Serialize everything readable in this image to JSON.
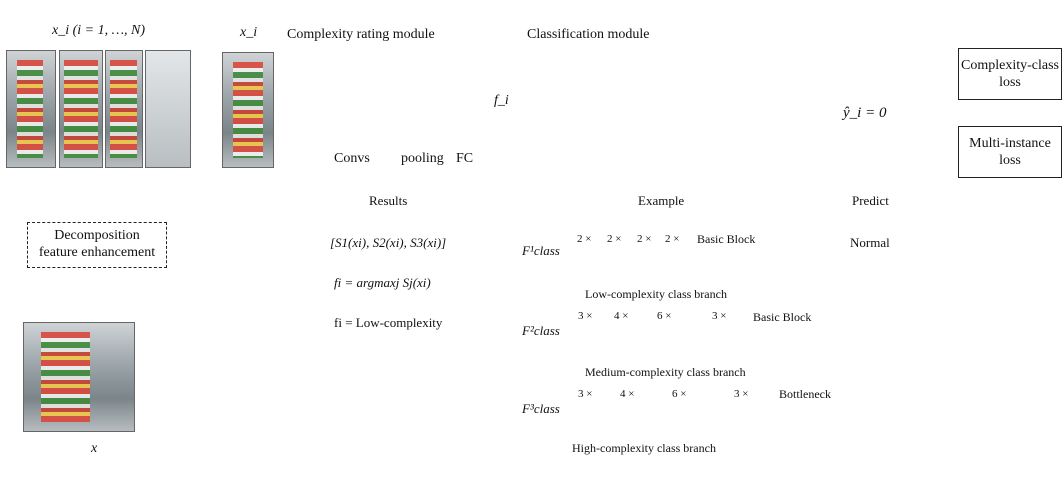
{
  "left_panel": {
    "top_label": "x_i (i = 1, …, N)",
    "decomposition_label_line1": "Decomposition",
    "decomposition_label_line2": "feature enhancement",
    "bottom_label": "x"
  },
  "input_label": "x_i",
  "complexity_module": {
    "title": "Complexity rating module",
    "convs_label": "Convs",
    "pooling_label": "pooling",
    "fc_label": "FC",
    "output_label": "f_i"
  },
  "classification_module": {
    "title": "Classification module",
    "branches": [
      "F¹class",
      "F²class",
      "F³class"
    ]
  },
  "prediction": {
    "text": "ŷ_i = 0"
  },
  "losses": {
    "complexity_class_line1": "Complexity-class",
    "complexity_class_line2": "loss",
    "multi_instance_line1": "Multi-instance",
    "multi_instance_line2": "loss"
  },
  "results": {
    "arrow_label": "Results",
    "scores": "[S1(xi), S2(xi), S3(xi)]",
    "argmax": "fi = argmaxj Sj(xi)",
    "result": "fi = Low-complexity"
  },
  "example": {
    "arrow_label": "Example",
    "branch1": {
      "label": "F¹class",
      "block_type": "Basic Block",
      "caption": "Low-complexity class branch",
      "counts": [
        "2 ×",
        "2 ×",
        "2 ×",
        "2 ×"
      ]
    },
    "branch2": {
      "label": "F²class",
      "block_type": "Basic Block",
      "caption": "Medium-complexity class branch",
      "counts": [
        "3 ×",
        "4 ×",
        "6 ×",
        "3 ×"
      ]
    },
    "branch3": {
      "label": "F³class",
      "block_type": "Bottleneck",
      "caption": "High-complexity class branch",
      "counts": [
        "3 ×",
        "4 ×",
        "6 ×",
        "3 ×"
      ]
    }
  },
  "predict": {
    "arrow_label": "Predict",
    "result": "Normal"
  },
  "colors": {
    "conv_blue": "#3f74bb",
    "pool_red": "#c97b7b",
    "fc_orange": "#f2b48a",
    "branch1": "#9dbfe7",
    "branch2": "#5b8fd4",
    "branch3": "#1d3a67",
    "panel1": "#e6eefa",
    "panel2": "#b5cbe9",
    "panel3": "#a5bfe4"
  }
}
